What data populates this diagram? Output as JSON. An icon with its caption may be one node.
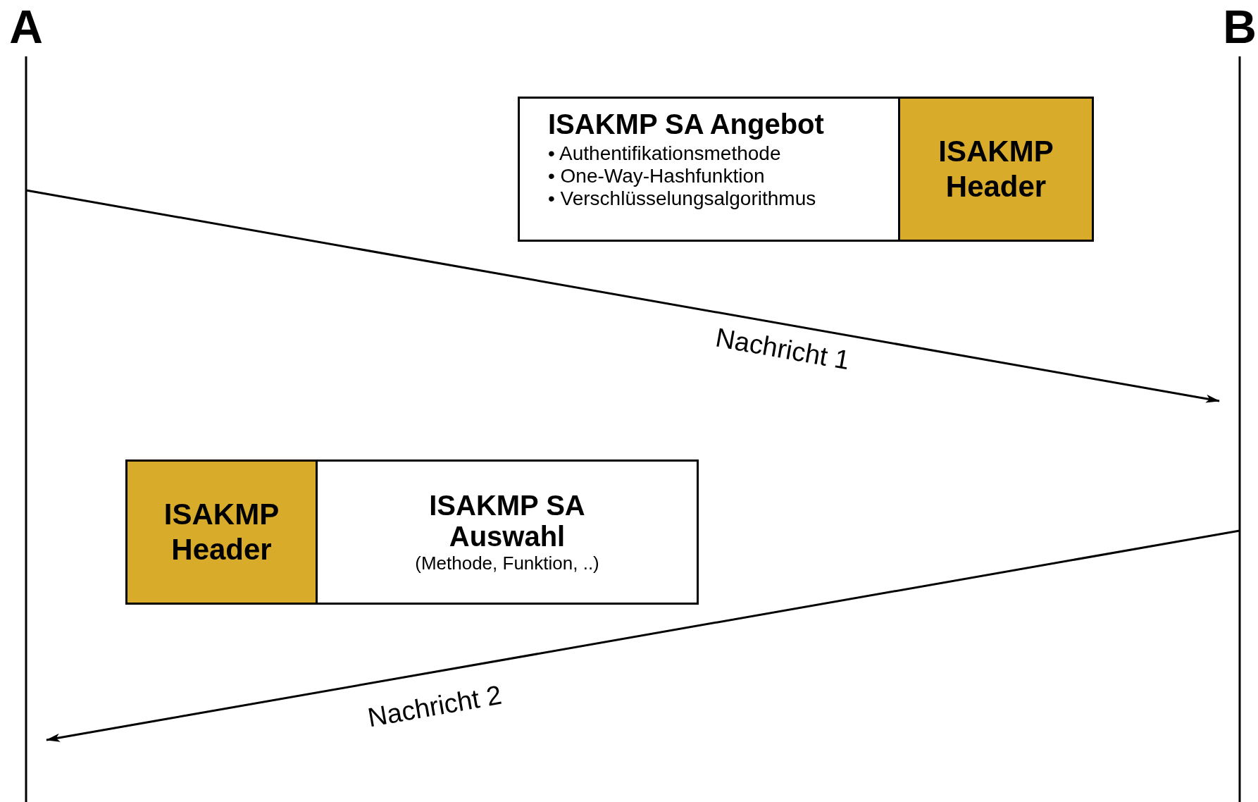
{
  "diagram": {
    "nodes": [
      {
        "text": [
          "A"
        ]
      },
      {
        "text": [
          "B"
        ]
      },
      {
        "text": [
          "ISAKMP SA Angebot",
          "• Authentifikationsmethode",
          "• One-Way-Hashfunktion",
          "• Verschlüsselungsalgorithmus"
        ]
      },
      {
        "text": [
          "ISAKMP Header"
        ]
      },
      {
        "text": [
          "ISAKMP Header"
        ]
      },
      {
        "text": [
          "ISAKMP SA Auswahl",
          "(Methode, Funktion, ..)"
        ]
      }
    ],
    "edges": [
      {
        "from": 0,
        "to": 1,
        "arrow": "to",
        "label": "Nachricht 1"
      },
      {
        "from": 1,
        "to": 0,
        "arrow": "to",
        "label": "Nachricht 2"
      }
    ]
  }
}
